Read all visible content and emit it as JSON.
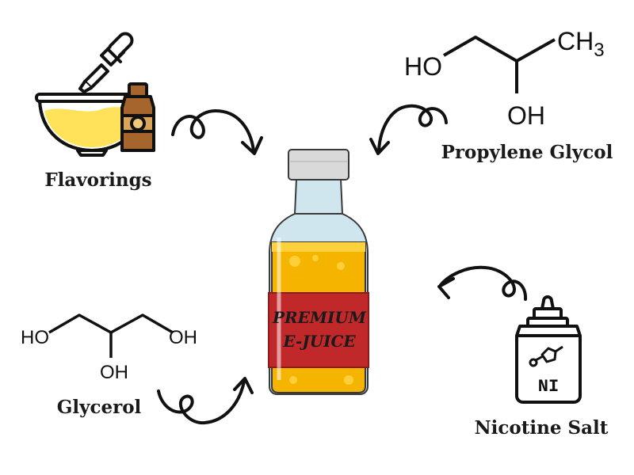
{
  "labels": {
    "flavorings": "Flavorings",
    "propylene_glycol": "Propylene Glycol",
    "glycerol": "Glycerol",
    "nicotine_salt": "Nicotine Salt"
  },
  "bottle_label": {
    "line1": "PREMIUM",
    "line2": "E-JUICE"
  },
  "propylene_glycol_structure": {
    "ho": "HO",
    "ch3": "CH3",
    "oh": "OH"
  },
  "glycerol_structure": {
    "ho_left": "HO",
    "oh_right": "OH",
    "oh_bottom": "OH"
  },
  "nicotine_bottle": {
    "text": "NI"
  },
  "colors": {
    "liquid": "#f4b400",
    "label_band": "#c0282a",
    "glass": "#cfe6ee",
    "cap": "#d9d9d9",
    "outline": "#111111",
    "vanilla_bottle": "#a5652c"
  }
}
